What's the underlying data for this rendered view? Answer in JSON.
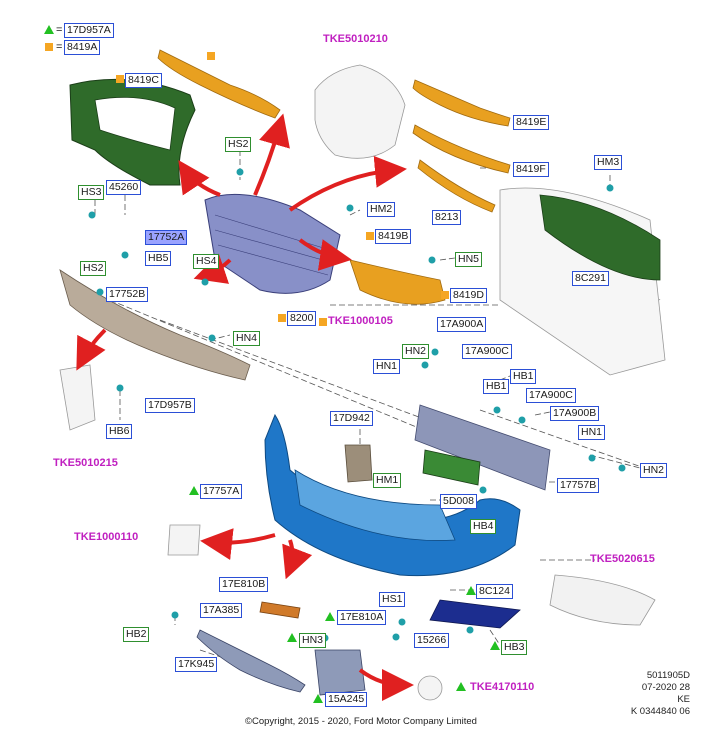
{
  "legend": {
    "triangle_part": "17D957A",
    "square_part": "8419A",
    "eq": "="
  },
  "labels": {
    "l_8419C": "8419C",
    "l_HS2a": "HS2",
    "l_HS3": "HS3",
    "l_45260": "45260",
    "l_17752A": "17752A",
    "l_HB5": "HB5",
    "l_HS4": "HS4",
    "l_HS2b": "HS2",
    "l_17752B": "17752B",
    "l_HM2": "HM2",
    "l_8419B": "8419B",
    "l_8419E": "8419E",
    "l_8419F": "8419F",
    "l_8213": "8213",
    "l_HM3": "HM3",
    "l_8C291": "8C291",
    "l_HN5": "HN5",
    "l_8419D": "8419D",
    "l_8200": "8200",
    "l_HN4": "HN4",
    "l_17A900A": "17A900A",
    "l_HN2a": "HN2",
    "l_17A900Ca": "17A900C",
    "l_HN1a": "HN1",
    "l_HB1a": "HB1",
    "l_HB1b": "HB1",
    "l_17A900Cb": "17A900C",
    "l_17A900B": "17A900B",
    "l_HN1b": "HN1",
    "l_HN2b": "HN2",
    "l_17D957B": "17D957B",
    "l_HB6": "HB6",
    "l_17D942": "17D942",
    "l_HM1": "HM1",
    "l_17757A": "17757A",
    "l_17757B": "17757B",
    "l_5D008": "5D008",
    "l_HB4": "HB4",
    "l_17E810B": "17E810B",
    "l_8C124": "8C124",
    "l_HS1": "HS1",
    "l_17A385": "17A385",
    "l_17E810A": "17E810A",
    "l_HB2": "HB2",
    "l_HN3": "HN3",
    "l_15266": "15266",
    "l_HB3": "HB3",
    "l_17K945": "17K945",
    "l_15A245": "15A245"
  },
  "tke": {
    "t_5010210": "TKE5010210",
    "t_1000105": "TKE1000105",
    "t_5010215": "TKE5010215",
    "t_1000110": "TKE1000110",
    "t_5020615": "TKE5020615",
    "t_4170110": "TKE4170110"
  },
  "info": {
    "line1": "5011905D",
    "line2": "07-2020 28",
    "line3": "KE",
    "line4": "K 0344840 06"
  },
  "copyright": "©Copyright, 2015 - 2020, Ford Motor Company Limited",
  "colors": {
    "orange": "#e8a020",
    "green": "#2f6b2a",
    "blue": "#1f77c8",
    "navy": "#1c2d8f",
    "arrow": "#e02020"
  }
}
